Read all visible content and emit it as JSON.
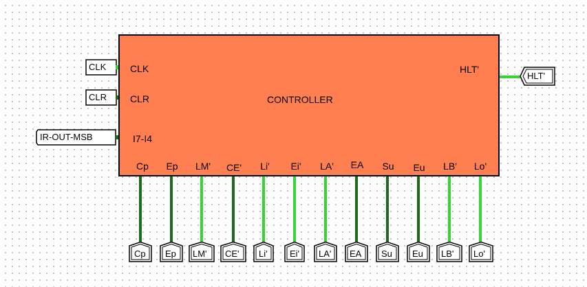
{
  "controller": {
    "title": "CONTROLLER",
    "left_pins": [
      "CLK",
      "CLR",
      "I7-I4"
    ],
    "right_pins": [
      "HLT'"
    ],
    "bottom_pins": [
      "Cp",
      "Ep",
      "LM'",
      "CE'",
      "Li'",
      "Ei'",
      "LA'",
      "EA",
      "Su",
      "Eu",
      "LB'",
      "Lo'"
    ]
  },
  "input_pins": [
    "CLK",
    "CLR",
    "IR-OUT-MSB"
  ],
  "output_pins_right": [
    "HLT'"
  ],
  "output_pins_bottom": [
    "Cp",
    "Ep",
    "LM'",
    "CE'",
    "Li'",
    "Ei'",
    "LA'",
    "EA",
    "Su",
    "Eu",
    "LB'",
    "Lo'"
  ],
  "wire_states": {
    "HLT'": "high",
    "Cp": "low",
    "Ep": "low",
    "LM'": "high",
    "CE'": "low",
    "Li'": "high",
    "Ei'": "high",
    "LA'": "high",
    "EA": "low",
    "Su": "low",
    "Eu": "low",
    "LB'": "high",
    "Lo'": "high"
  },
  "colors": {
    "controller_fill": "#ff7f50",
    "wire_high": "#33d633",
    "wire_low": "#1a6b1a",
    "grid_dot": "#b4b4b4"
  }
}
